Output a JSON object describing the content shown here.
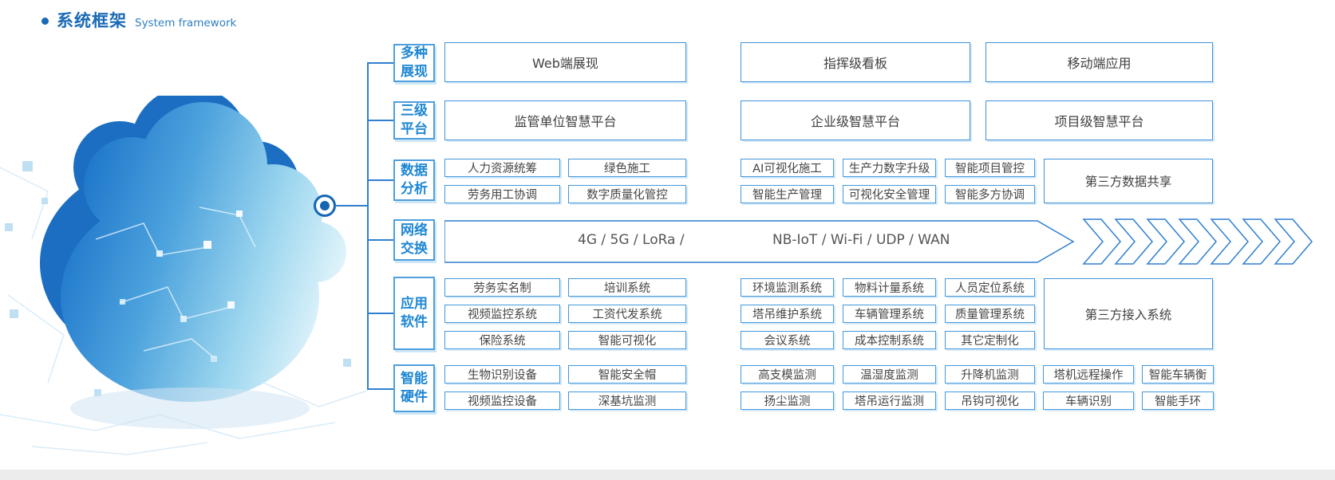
{
  "header": {
    "title_cn": "系统框架",
    "title_en": "System framework"
  },
  "colors": {
    "accent_blue": "#1a6ab5",
    "line_blue": "#2f7fd0",
    "label_blue": "#1e87d3",
    "box_border_blue": "#3f92d8",
    "text_dark": "#404040"
  },
  "fw": {
    "rows": [
      {
        "id": "multi-display",
        "label": [
          "多种",
          "展现"
        ],
        "boxes": [
          "Web端展现",
          "指挥级看板",
          "移动端应用"
        ]
      },
      {
        "id": "three-level-platform",
        "label": [
          "三级",
          "平台"
        ],
        "boxes": [
          "监管单位智慧平台",
          "企业级智慧平台",
          "项目级智慧平台"
        ]
      },
      {
        "id": "data-analysis",
        "label": [
          "数据",
          "分析"
        ],
        "cells": [
          [
            "人力资源统筹",
            "绿色施工",
            "AI可视化施工",
            "生产力数字升级",
            "智能项目管控"
          ],
          [
            "劳务用工协调",
            "数字质量化管控",
            "智能生产管理",
            "可视化安全管理",
            "智能多方协调"
          ]
        ],
        "side": "第三方数据共享"
      },
      {
        "id": "network-exchange",
        "label": [
          "网络",
          "交换"
        ],
        "text_left": "4G / 5G / LoRa /",
        "text_right": "NB-IoT / Wi-Fi / UDP / WAN",
        "chevron_count": 7
      },
      {
        "id": "app-software",
        "label": [
          "应用",
          "软件"
        ],
        "cells": [
          [
            "劳务实名制",
            "培训系统",
            "环境监测系统",
            "物料计量系统",
            "人员定位系统"
          ],
          [
            "视频监控系统",
            "工资代发系统",
            "塔吊维护系统",
            "车辆管理系统",
            "质量管理系统"
          ],
          [
            "保险系统",
            "智能可视化",
            "会议系统",
            "成本控制系统",
            "其它定制化"
          ]
        ],
        "side": "第三方接入系统"
      },
      {
        "id": "smart-hardware",
        "label": [
          "智能",
          "硬件"
        ],
        "cells": [
          [
            "生物识别设备",
            "智能安全帽",
            "高支模监测",
            "温湿度监测",
            "升降机监测",
            "塔机远程操作",
            "智能车辆衡"
          ],
          [
            "视频监控设备",
            "深基坑监测",
            "扬尘监测",
            "塔吊运行监测",
            "吊钩可视化",
            "车辆识别",
            "智能手环"
          ]
        ]
      }
    ]
  }
}
